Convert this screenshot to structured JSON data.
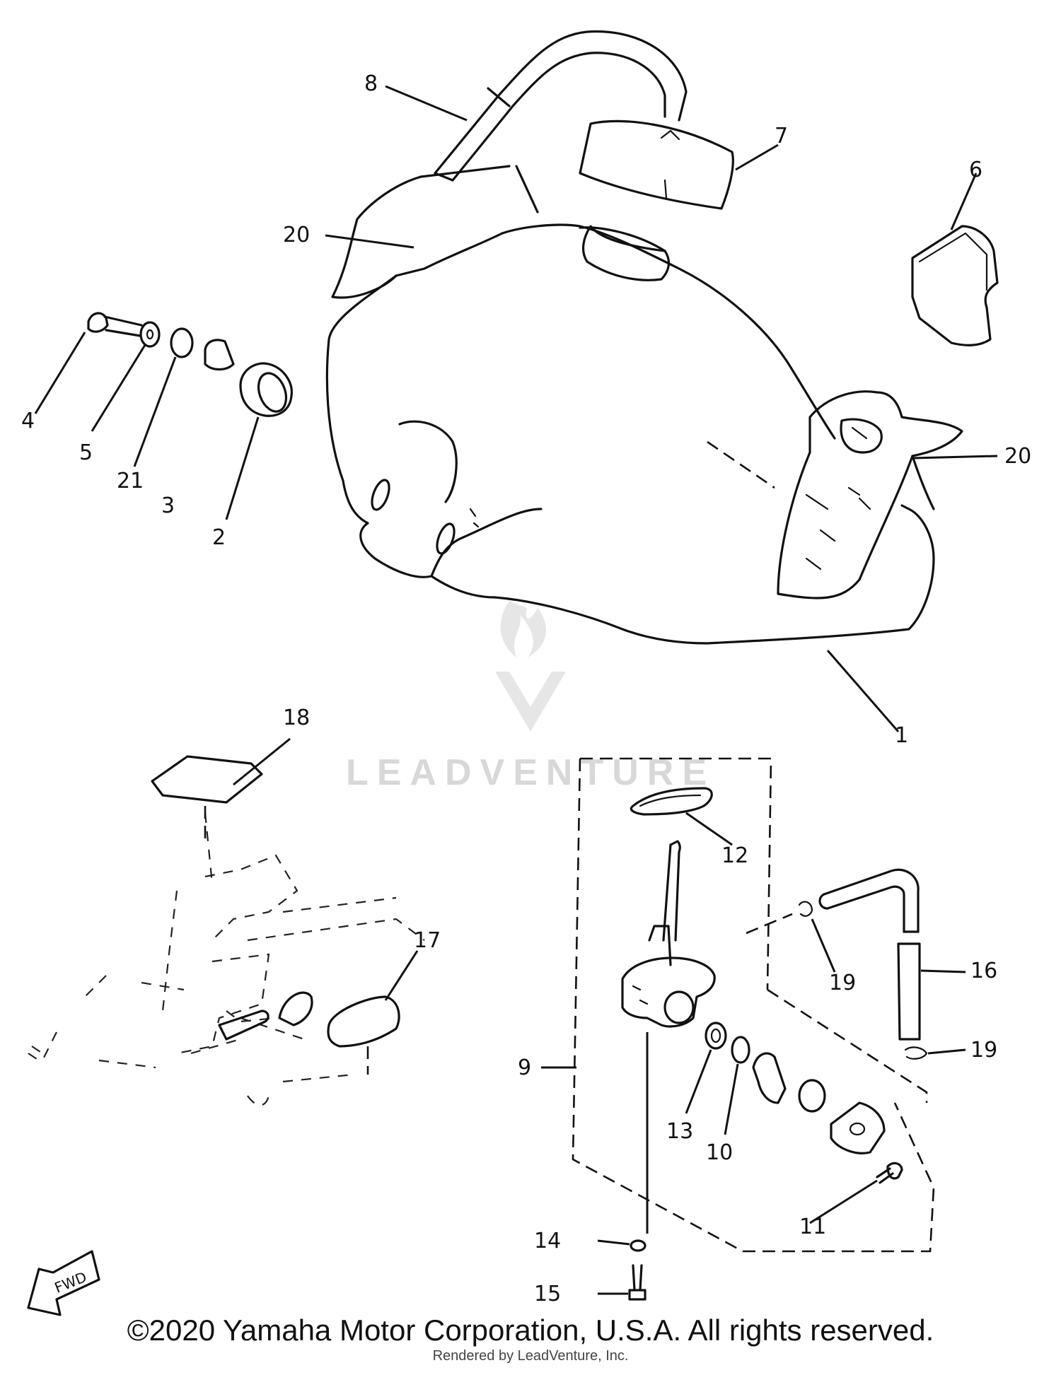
{
  "callouts": [
    "1",
    "2",
    "3",
    "4",
    "5",
    "6",
    "7",
    "8",
    "9",
    "10",
    "11",
    "12",
    "13",
    "14",
    "15",
    "16",
    "17",
    "18",
    "19",
    "19",
    "20",
    "20",
    "21"
  ],
  "fwd_label": "FWD",
  "watermark": "LEADVENTURE",
  "copyright": "©2020 Yamaha Motor Corporation, U.S.A. All rights reserved.",
  "rendered_by": "Rendered by LeadVenture, Inc."
}
